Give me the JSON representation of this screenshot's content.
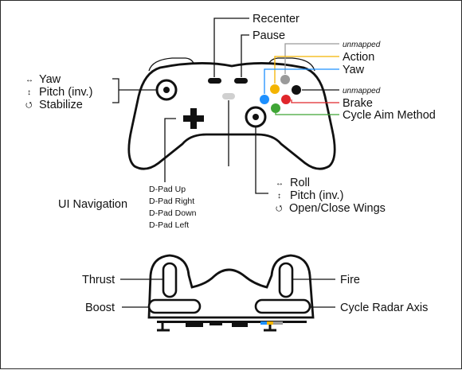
{
  "colors": {
    "outline": "#111111",
    "gray_button": "#9a9a9a",
    "yellow": "#f4b400",
    "blue": "#1e90ff",
    "black_button": "#111111",
    "red": "#e0262b",
    "green": "#3fa535",
    "select_gray": "#d0d0d0"
  },
  "top_view": {
    "recenter": "Recenter",
    "pause": "Pause",
    "unmapped_top": "unmapped",
    "action": "Action",
    "yaw_right": "Yaw",
    "unmapped_right": "unmapped",
    "brake": "Brake",
    "cycle_aim": "Cycle Aim Method",
    "left_stick": {
      "yaw": "Yaw",
      "pitch": "Pitch (inv.)",
      "stabilize": "Stabilize",
      "yaw_icon": "↔",
      "pitch_icon": "↕",
      "stabilize_icon": "⭯"
    },
    "ui_navigation": "UI Navigation",
    "dpad": [
      "D-Pad Up",
      "D-Pad Right",
      "D-Pad Down",
      "D-Pad Left"
    ],
    "right_stick": {
      "roll": "Roll",
      "pitch": "Pitch (inv.)",
      "wings": "Open/Close Wings",
      "roll_icon": "↔",
      "pitch_icon": "↕",
      "wings_icon": "⭯"
    }
  },
  "front_view": {
    "thrust": "Thrust",
    "boost": "Boost",
    "fire": "Fire",
    "cycle_radar": "Cycle Radar Axis"
  }
}
